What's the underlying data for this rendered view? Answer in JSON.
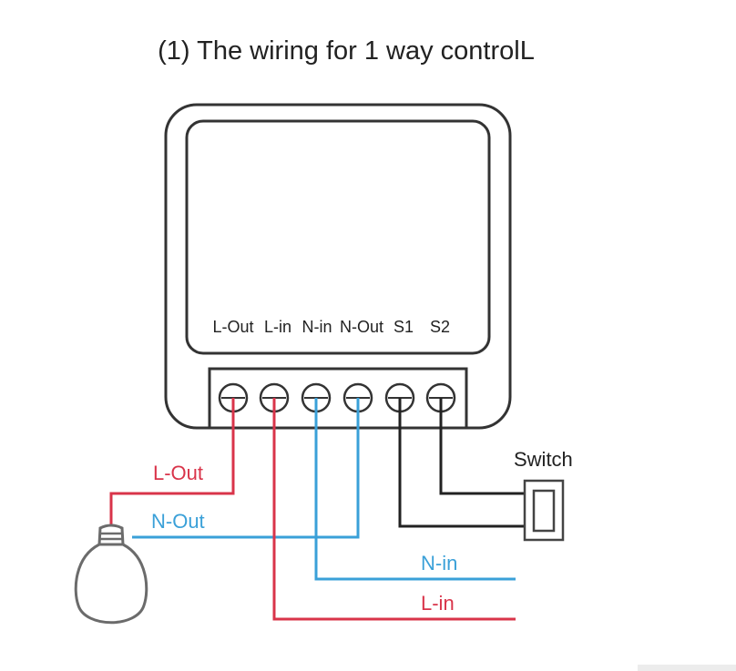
{
  "title": "(1) The wiring for 1 way controlL",
  "device": {
    "terminals": [
      {
        "label": "L-Out"
      },
      {
        "label": "L-in"
      },
      {
        "label": "N-in"
      },
      {
        "label": "N-Out"
      },
      {
        "label": "S1"
      },
      {
        "label": "S2"
      }
    ]
  },
  "wires": {
    "l_out": "L-Out",
    "n_out": "N-Out",
    "n_in": "N-in",
    "l_in": "L-in"
  },
  "switch_label": "Switch",
  "colors": {
    "live": "#d9344a",
    "neutral": "#3aa0d8",
    "switch_wire": "#222222",
    "outline": "#333333"
  }
}
